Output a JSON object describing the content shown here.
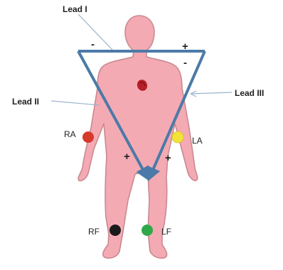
{
  "diagram": {
    "leads": {
      "lead_i": "Lead I",
      "lead_ii": "Lead II",
      "lead_iii": "Lead III"
    },
    "electrodes": {
      "ra": {
        "label": "RA",
        "color": "#d63a2a"
      },
      "la": {
        "label": "LA",
        "color": "#f2e23a"
      },
      "rf": {
        "label": "RF",
        "color": "#1a1a1a"
      },
      "lf": {
        "label": "LF",
        "color": "#2fa84a"
      }
    },
    "signs": {
      "lead_i_neg": "-",
      "lead_i_pos": "+",
      "lead_iii_neg": "-",
      "lead_ii_pos": "+",
      "lead_iii_pos": "+"
    },
    "colors": {
      "body_fill": "#f4aab3",
      "body_outline": "#c98a90",
      "triangle": "#4c7aa8",
      "heart": "#b51f2a",
      "pointer": "#9bb3cc"
    }
  }
}
